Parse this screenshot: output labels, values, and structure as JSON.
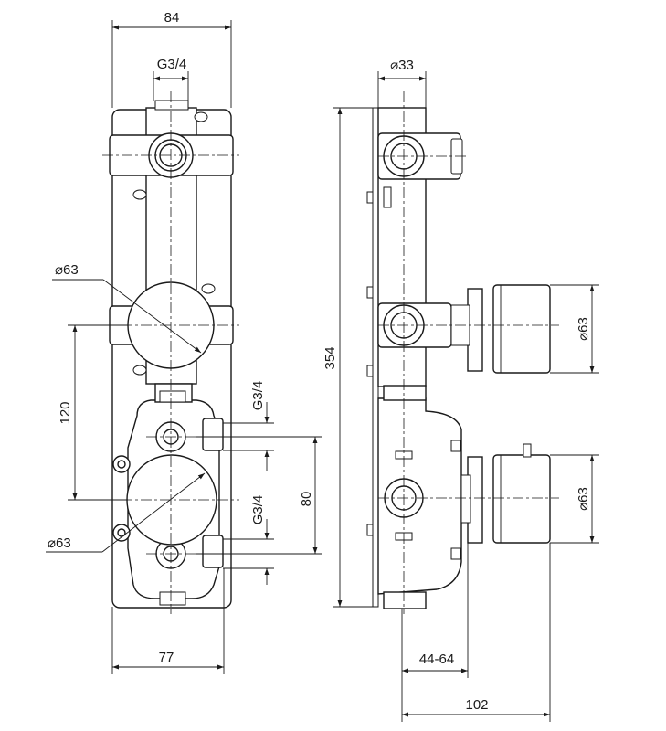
{
  "front_view": {
    "width_top": "84",
    "thread_top": "G3/4",
    "diameter_upper": "⌀63",
    "spacing_left": "120",
    "thread_right_upper": "G3/4",
    "thread_right_lower": "G3/4",
    "spacing_right": "80",
    "diameter_lower": "⌀63",
    "width_bottom": "77"
  },
  "side_view": {
    "diameter_top": "⌀33",
    "height_total": "354",
    "diameter_upper_handle": "⌀63",
    "diameter_lower_handle": "⌀63",
    "depth_range": "44-64",
    "depth_total": "102"
  }
}
